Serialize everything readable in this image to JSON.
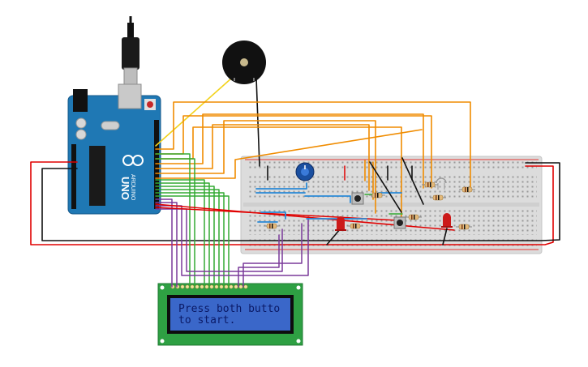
{
  "arduino": {
    "brand": "ARDUINO",
    "model": "UNO",
    "board_color": "#1f78b4"
  },
  "lcd": {
    "line1": "Press both butto",
    "line2": "to start.",
    "screen_color": "#3a67c9",
    "frame_color": "#2ea043"
  },
  "wire_colors": {
    "orange": "#f08c00",
    "green": "#33aa33",
    "purple": "#7a3a9a",
    "red": "#e00000",
    "black": "#111111",
    "yellow": "#f2d21b",
    "blue": "#2b8ad6"
  },
  "components": {
    "buzzer": "buzzer-icon",
    "potentiometer": "potentiometer-icon",
    "buttons": 2,
    "leds": 2,
    "led_color": "#cc1a1a"
  }
}
